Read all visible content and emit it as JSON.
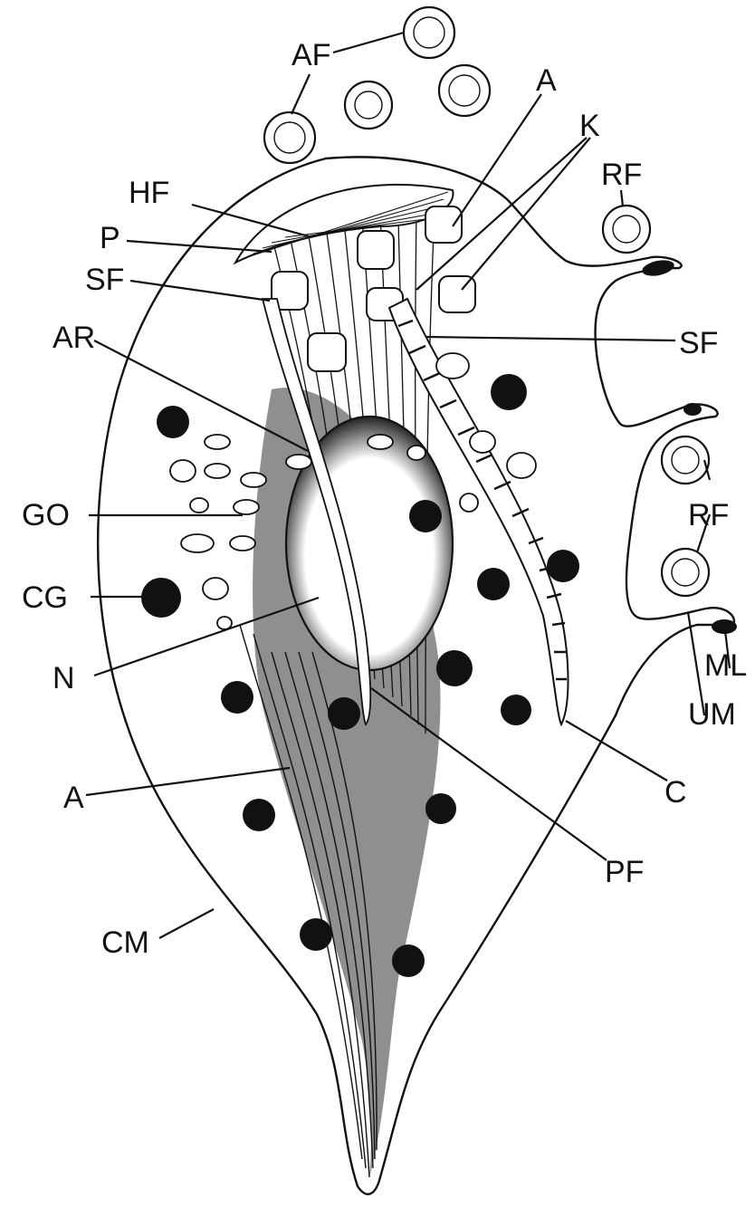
{
  "labels": {
    "af": "AF",
    "a_top": "A",
    "k": "K",
    "hf": "HF",
    "p": "P",
    "sf_left": "SF",
    "ar": "AR",
    "rf_top": "RF",
    "sf_right": "SF",
    "go": "GO",
    "rf_mid": "RF",
    "cg": "CG",
    "ml": "ML",
    "n": "N",
    "um": "UM",
    "c": "C",
    "a_bottom": "A",
    "pf": "PF",
    "cm": "CM"
  }
}
